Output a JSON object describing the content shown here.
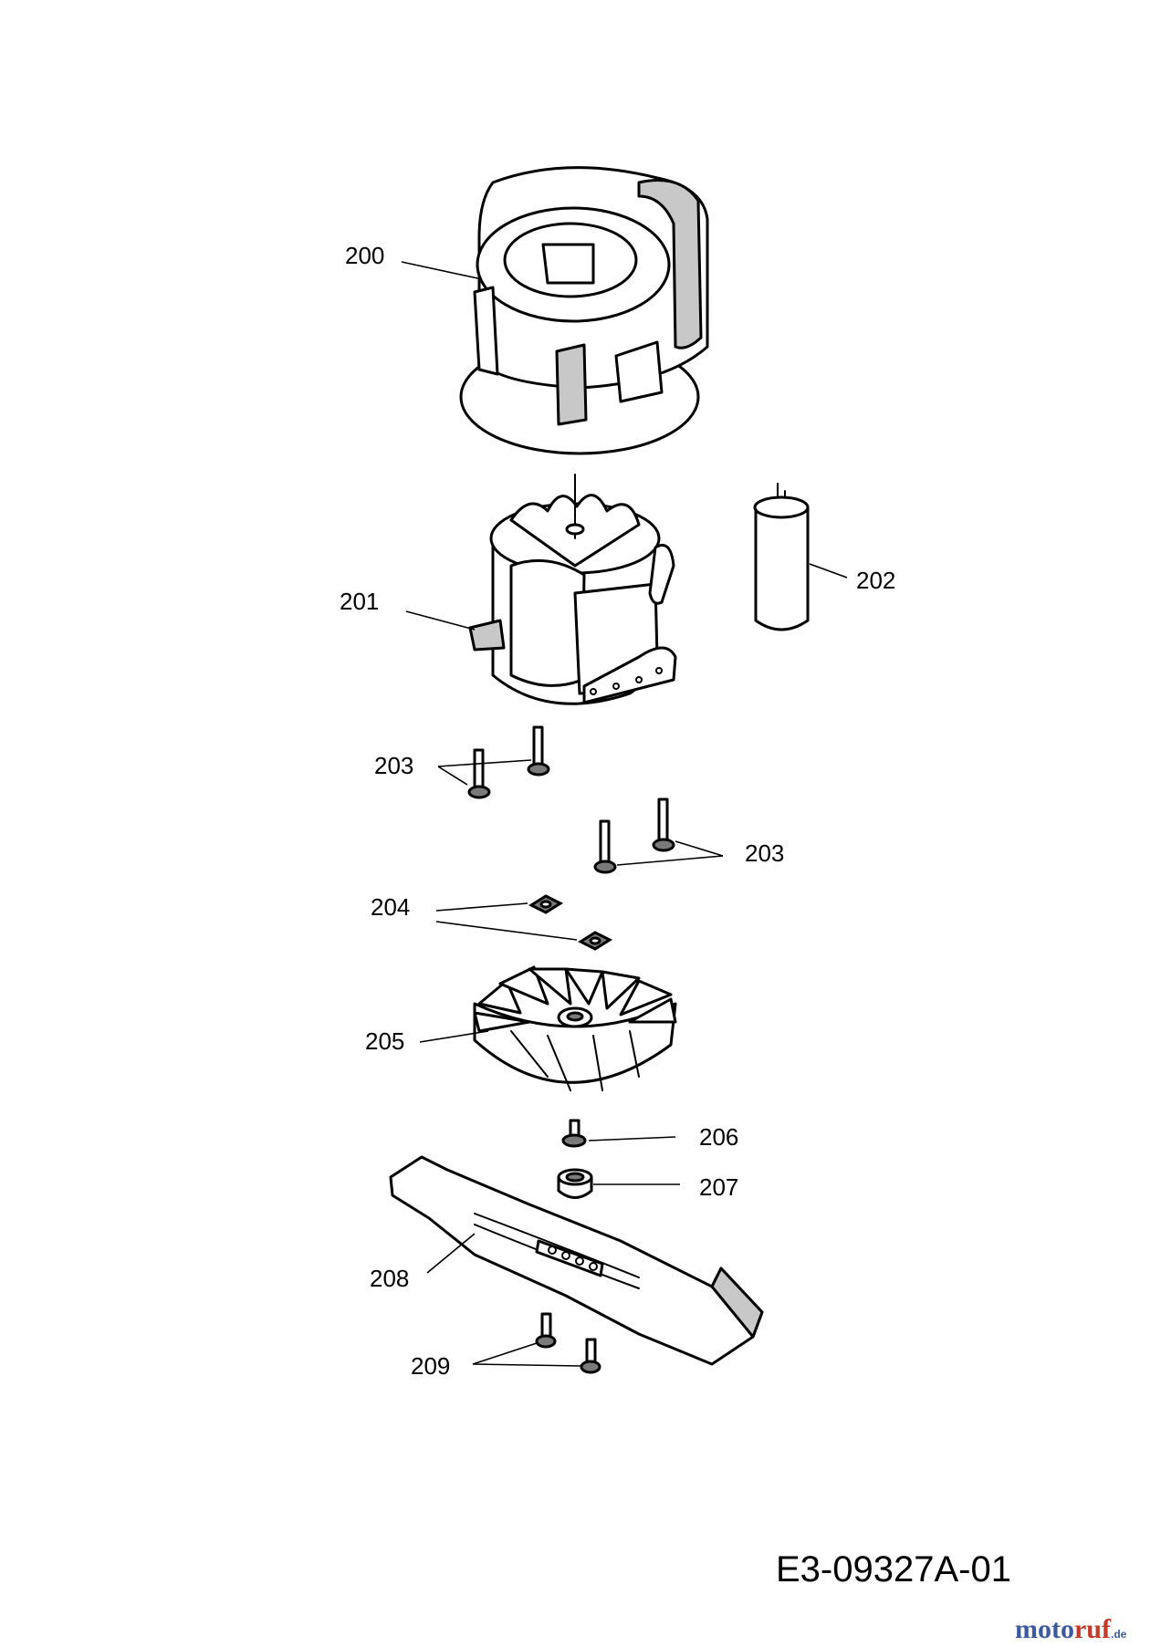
{
  "diagram": {
    "parts": [
      {
        "number": "200",
        "name": "motor-housing"
      },
      {
        "number": "201",
        "name": "motor"
      },
      {
        "number": "202",
        "name": "capacitor"
      },
      {
        "number": "203",
        "name": "screws-upper"
      },
      {
        "number": "203",
        "name": "screws-lower"
      },
      {
        "number": "204",
        "name": "square-nuts"
      },
      {
        "number": "205",
        "name": "fan-impeller"
      },
      {
        "number": "206",
        "name": "bolt"
      },
      {
        "number": "207",
        "name": "spacer-bushing"
      },
      {
        "number": "208",
        "name": "cutter-blade"
      },
      {
        "number": "209",
        "name": "blade-screws"
      }
    ],
    "drawing_code": "E3-09327A-01",
    "logo": {
      "text_blue": "moto",
      "text_red": "ruf",
      "suffix": ".de"
    }
  }
}
